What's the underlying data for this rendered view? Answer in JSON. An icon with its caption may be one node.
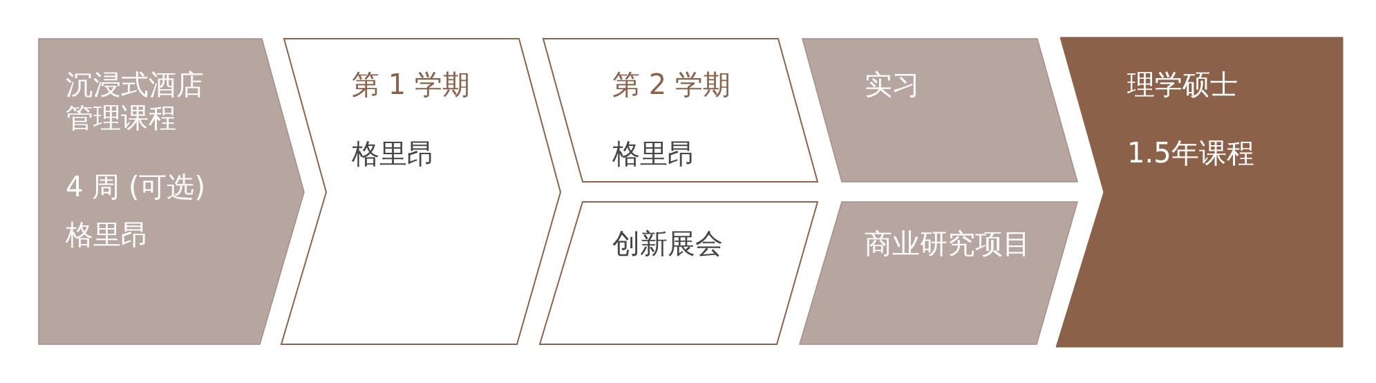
{
  "diagram": {
    "nodes": [
      {
        "text": [
          "沉浸式酒店管理课程",
          "4 周 (可选)",
          "格里昂"
        ]
      },
      {
        "text": [
          "第 1 学期",
          "格里昂"
        ]
      },
      {
        "text": [
          "第 2 学期",
          "格里昂"
        ]
      },
      {
        "text": [
          "创新展会"
        ]
      },
      {
        "text": [
          "实习"
        ]
      },
      {
        "text": [
          "商业研究项目"
        ]
      },
      {
        "text": [
          "理学硕士",
          "1.5年课程"
        ]
      }
    ]
  }
}
